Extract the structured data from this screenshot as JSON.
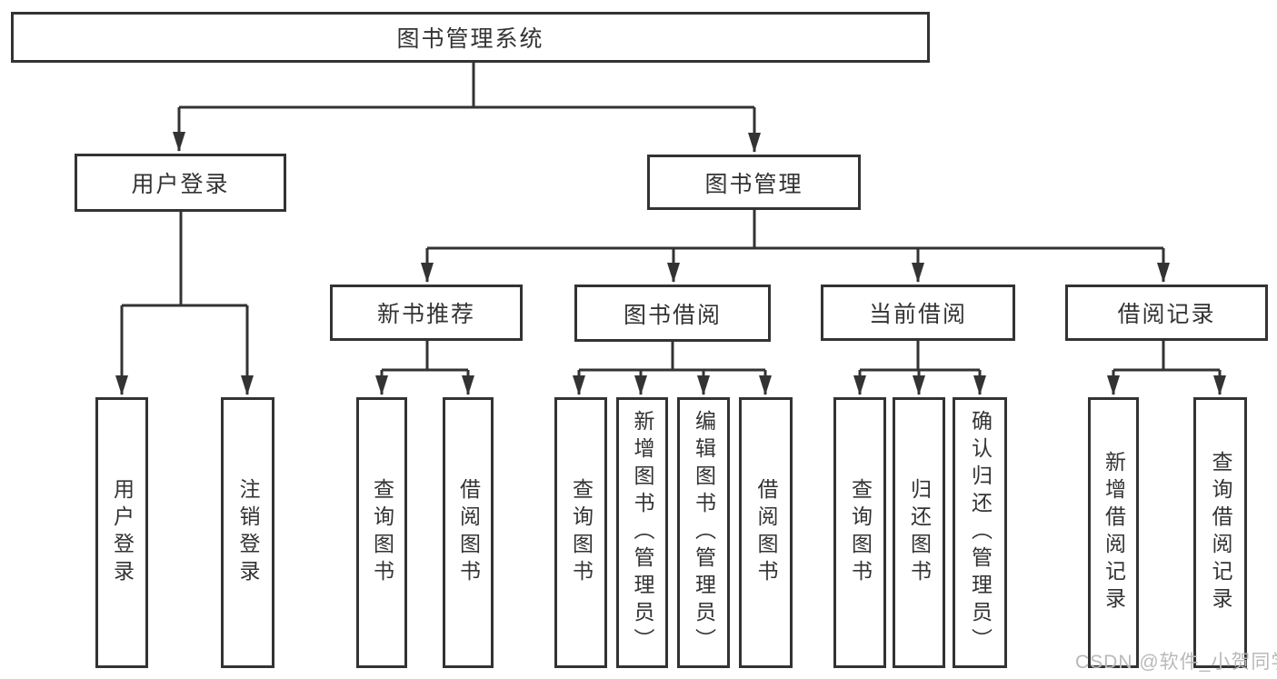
{
  "root": {
    "label": "图书管理系统"
  },
  "branches": [
    {
      "label": "用户登录",
      "children": [
        {
          "label": "用户登录"
        },
        {
          "label": "注销登录"
        }
      ]
    },
    {
      "label": "图书管理",
      "children": [
        {
          "label": "新书推荐",
          "children": [
            {
              "label": "查询图书"
            },
            {
              "label": "借阅图书"
            }
          ]
        },
        {
          "label": "图书借阅",
          "children": [
            {
              "label": "查询图书"
            },
            {
              "label": "新增图书（管理员）"
            },
            {
              "label": "编辑图书（管理员）"
            },
            {
              "label": "借阅图书"
            }
          ]
        },
        {
          "label": "当前借阅",
          "children": [
            {
              "label": "查询图书"
            },
            {
              "label": "归还图书"
            },
            {
              "label": "确认归还（管理员）"
            }
          ]
        },
        {
          "label": "借阅记录",
          "children": [
            {
              "label": "新增借阅记录"
            },
            {
              "label": "查询借阅记录"
            }
          ]
        }
      ]
    }
  ],
  "watermark": "CSDN @软件_小贺同学",
  "colors": {
    "line": "#333333",
    "text": "#333333",
    "watermark": "#b9b9b9",
    "background": "#ffffff"
  }
}
